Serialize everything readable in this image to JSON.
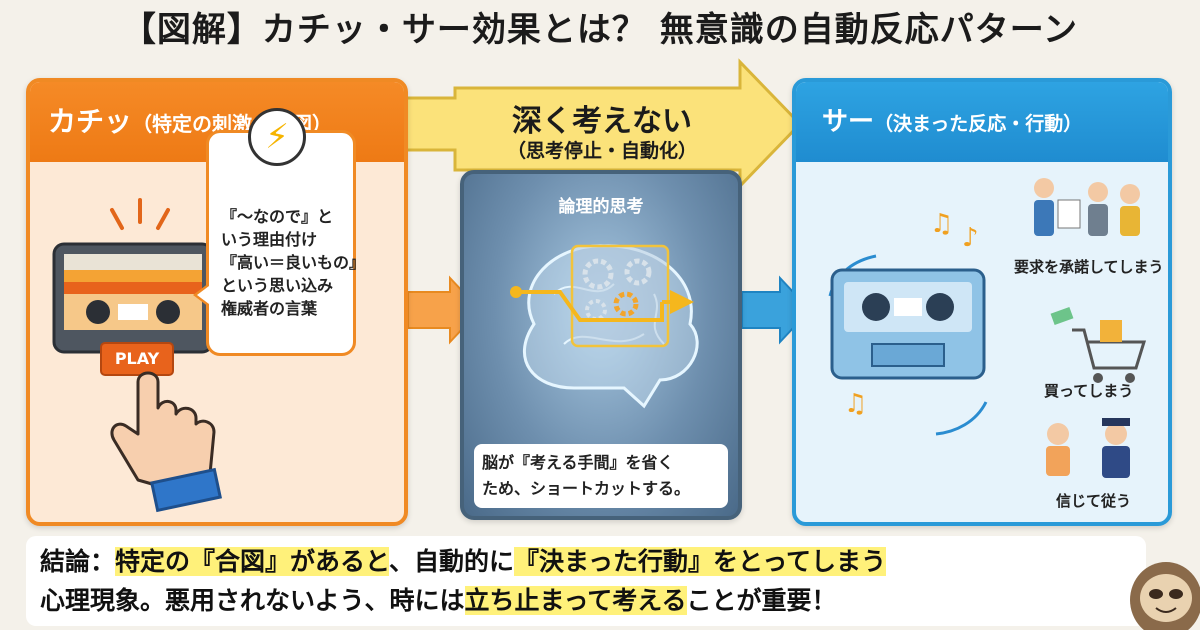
{
  "title": "【図解】カチッ・サー効果とは？ 無意識の自動反応パターン",
  "left_panel": {
    "heading": "カチッ",
    "heading_sub": "（特定の刺激・合図）",
    "play_label": "PLAY",
    "bubble_lines": [
      "『〜なので』と",
      "いう理由付け",
      "『高い＝良いもの』",
      "という思い込み",
      "権威者の言葉"
    ]
  },
  "middle": {
    "arrow_title": "深く考えない",
    "arrow_sub": "（思考停止・自動化）",
    "panel_label": "論理的思考",
    "caption_lines": [
      "脳が『考える手間』を省く",
      "ため、ショートカットする。"
    ]
  },
  "right_panel": {
    "heading": "サー",
    "heading_sub": "（決まった反応・行動）",
    "captions": [
      "要求を承諾してしまう",
      "買ってしまう",
      "信じて従う"
    ]
  },
  "conclusion": {
    "label": "結論：",
    "part1": "特定の『合図』があると",
    "part2": "、自動的に",
    "part3": "『決まった行動』をとってしまう",
    "part4": "心理現象。悪用されないよう、時には",
    "part5": "立ち止まって考える",
    "part6": "ことが重要！"
  },
  "colors": {
    "orange": "#f08a24",
    "blue": "#2a9ad8",
    "yellow": "#fbe27a",
    "highlight": "#fff17a"
  }
}
